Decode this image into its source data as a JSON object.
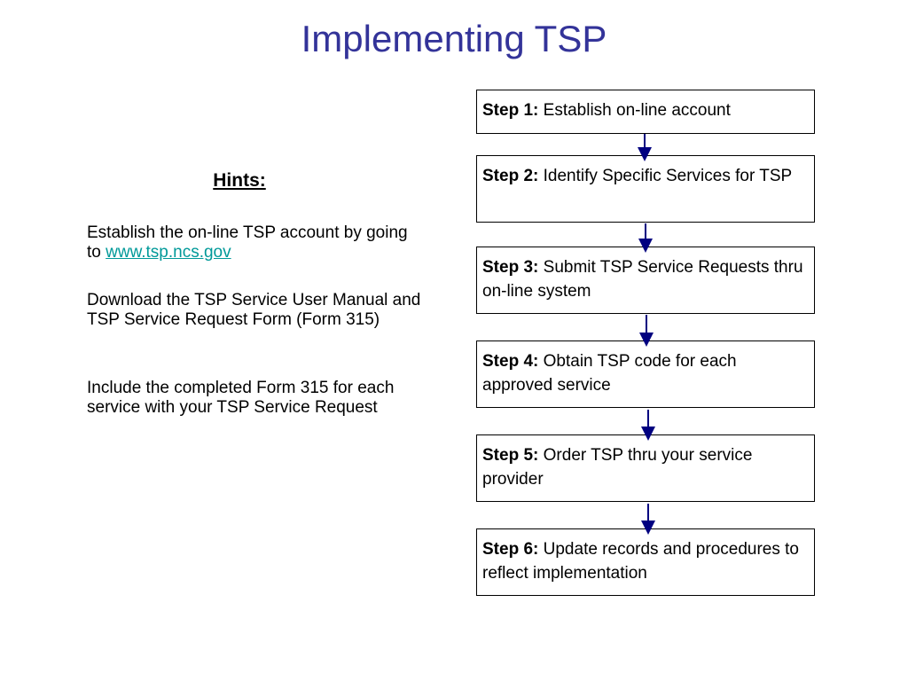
{
  "title": "Implementing TSP",
  "hints": {
    "heading": "Hints:",
    "items": [
      {
        "text": "Establish the on-line TSP account by going to ",
        "link": "www.tsp.ncs.gov"
      },
      {
        "text": "Download the TSP Service User Manual and TSP Service Request Form (Form 315)"
      },
      {
        "text": "Include  the completed Form 315 for each service with your TSP Service Request"
      }
    ]
  },
  "steps": [
    {
      "label": "Step 1:",
      "text": "Establish on-line account"
    },
    {
      "label": "Step 2:",
      "text": "Identify Specific Services for TSP"
    },
    {
      "label": "Step 3:",
      "text": "Submit TSP Service Requests thru on-line system"
    },
    {
      "label": "Step 4:",
      "text": "Obtain TSP code for each approved service"
    },
    {
      "label": "Step 5:",
      "text": "Order TSP thru your service provider"
    },
    {
      "label": "Step 6:",
      "text": "Update records and procedures to reflect implementation"
    }
  ],
  "colors": {
    "title": "#333399",
    "link": "#009999",
    "arrow": "#000080"
  }
}
